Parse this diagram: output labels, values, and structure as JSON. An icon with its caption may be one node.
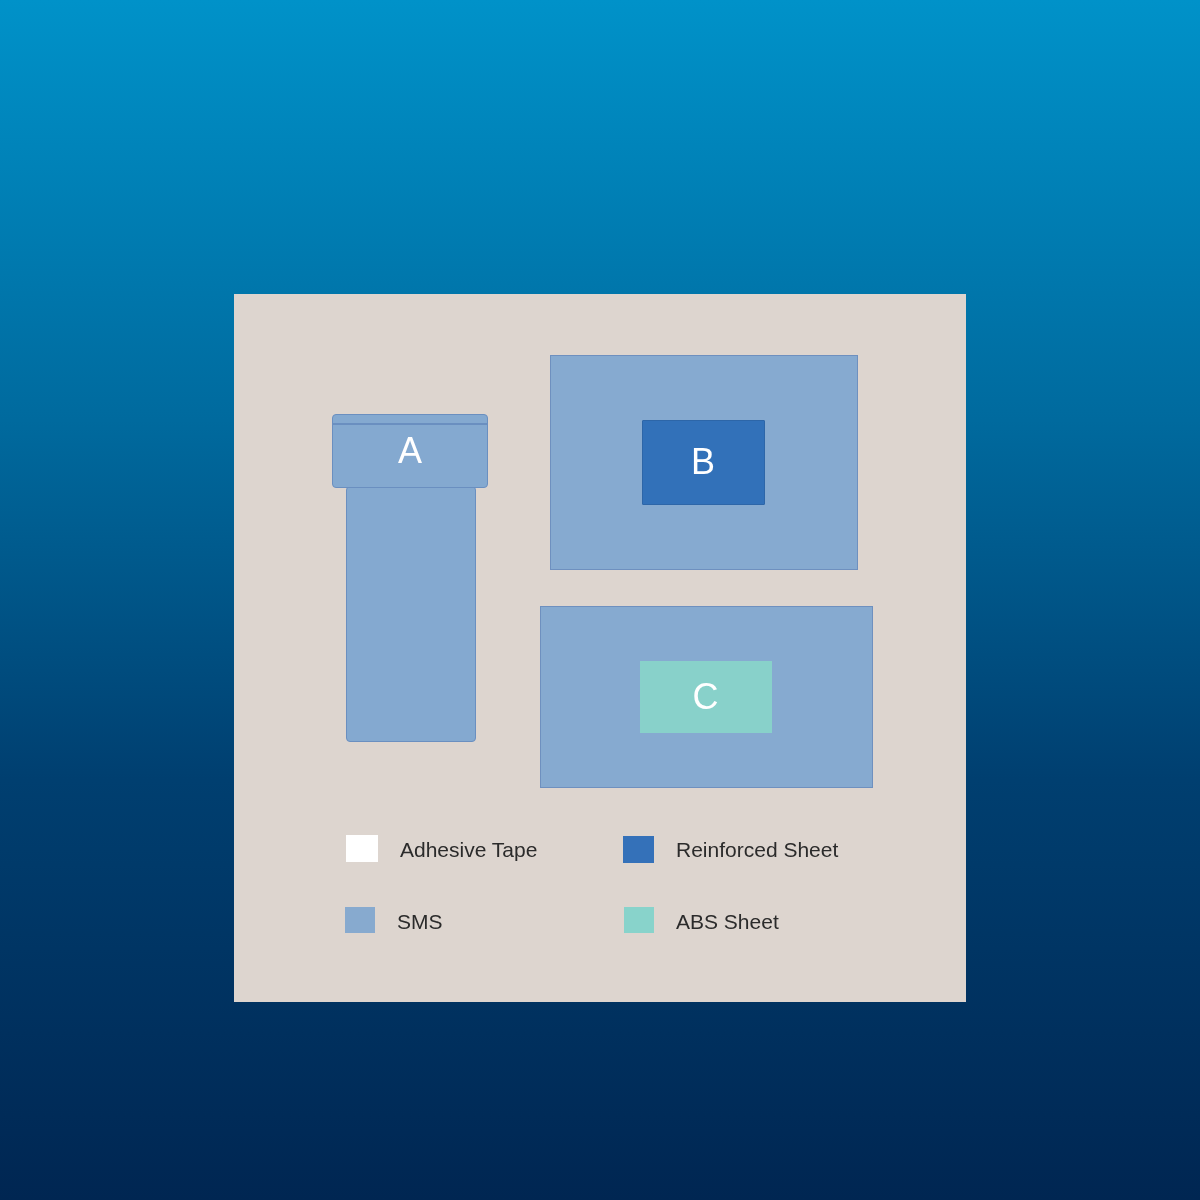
{
  "diagram": {
    "nodes": [
      {
        "text": [
          "A"
        ]
      },
      {
        "text": [],
        "shape": "box"
      },
      {
        "text": [],
        "shape": "box"
      },
      {
        "text": [
          "B"
        ],
        "in": 2
      },
      {
        "text": [],
        "shape": "box"
      },
      {
        "text": [
          "C"
        ],
        "in": 4
      }
    ],
    "legend": [
      {
        "text": "Adhesive Tape",
        "color": "#ffffff"
      },
      {
        "text": "Reinforced Sheet",
        "color": "#3471b9"
      },
      {
        "text": "SMS",
        "color": "#87aacf"
      },
      {
        "text": "ABS Sheet",
        "color": "#88d3cb"
      }
    ]
  }
}
